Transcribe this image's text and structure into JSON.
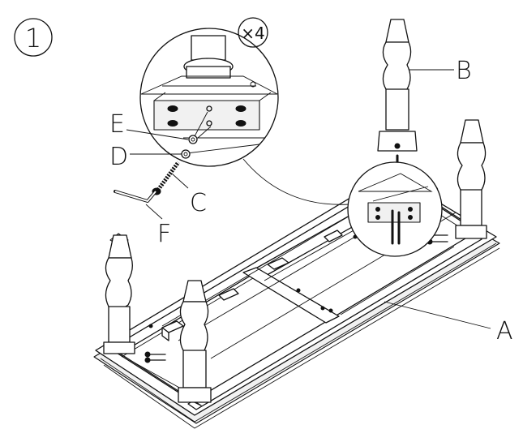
{
  "step": {
    "number": "1"
  },
  "quantity": "×4",
  "parts": [
    {
      "key": "A",
      "label": "A"
    },
    {
      "key": "B",
      "label": "B"
    },
    {
      "key": "C",
      "label": "C"
    },
    {
      "key": "D",
      "label": "D"
    },
    {
      "key": "E",
      "label": "E"
    },
    {
      "key": "F",
      "label": "F"
    }
  ],
  "colors": {
    "ink": "#111111",
    "paper": "#ffffff"
  },
  "icons": [
    "allen-key-icon",
    "bolt-icon",
    "washer-icon",
    "arrow-down-icon"
  ]
}
